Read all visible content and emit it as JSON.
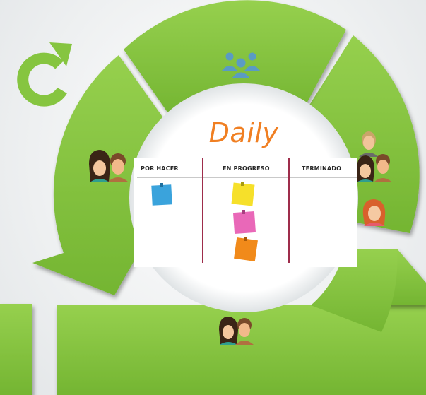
{
  "title": "Daily",
  "board": {
    "columns": [
      "POR HACER",
      "EN PROGRESO",
      "TERMINADO"
    ],
    "notes": [
      {
        "column": "POR HACER",
        "color": "#3aa3dc"
      },
      {
        "column": "EN PROGRESO",
        "color": "#f6e02a"
      },
      {
        "column": "EN PROGRESO",
        "color": "#e968b8"
      },
      {
        "column": "EN PROGRESO",
        "color": "#f18a1a"
      }
    ]
  },
  "colors": {
    "segment_green": "#86c540",
    "segment_green_dark": "#5f9a2c",
    "accent_orange": "#f07f22",
    "board_line": "#9e2d4b",
    "team_icon": "#5a9bc4"
  },
  "icons": [
    "refresh-icon",
    "team-icon",
    "people-pair-icon",
    "people-group-icon",
    "person-icon"
  ]
}
